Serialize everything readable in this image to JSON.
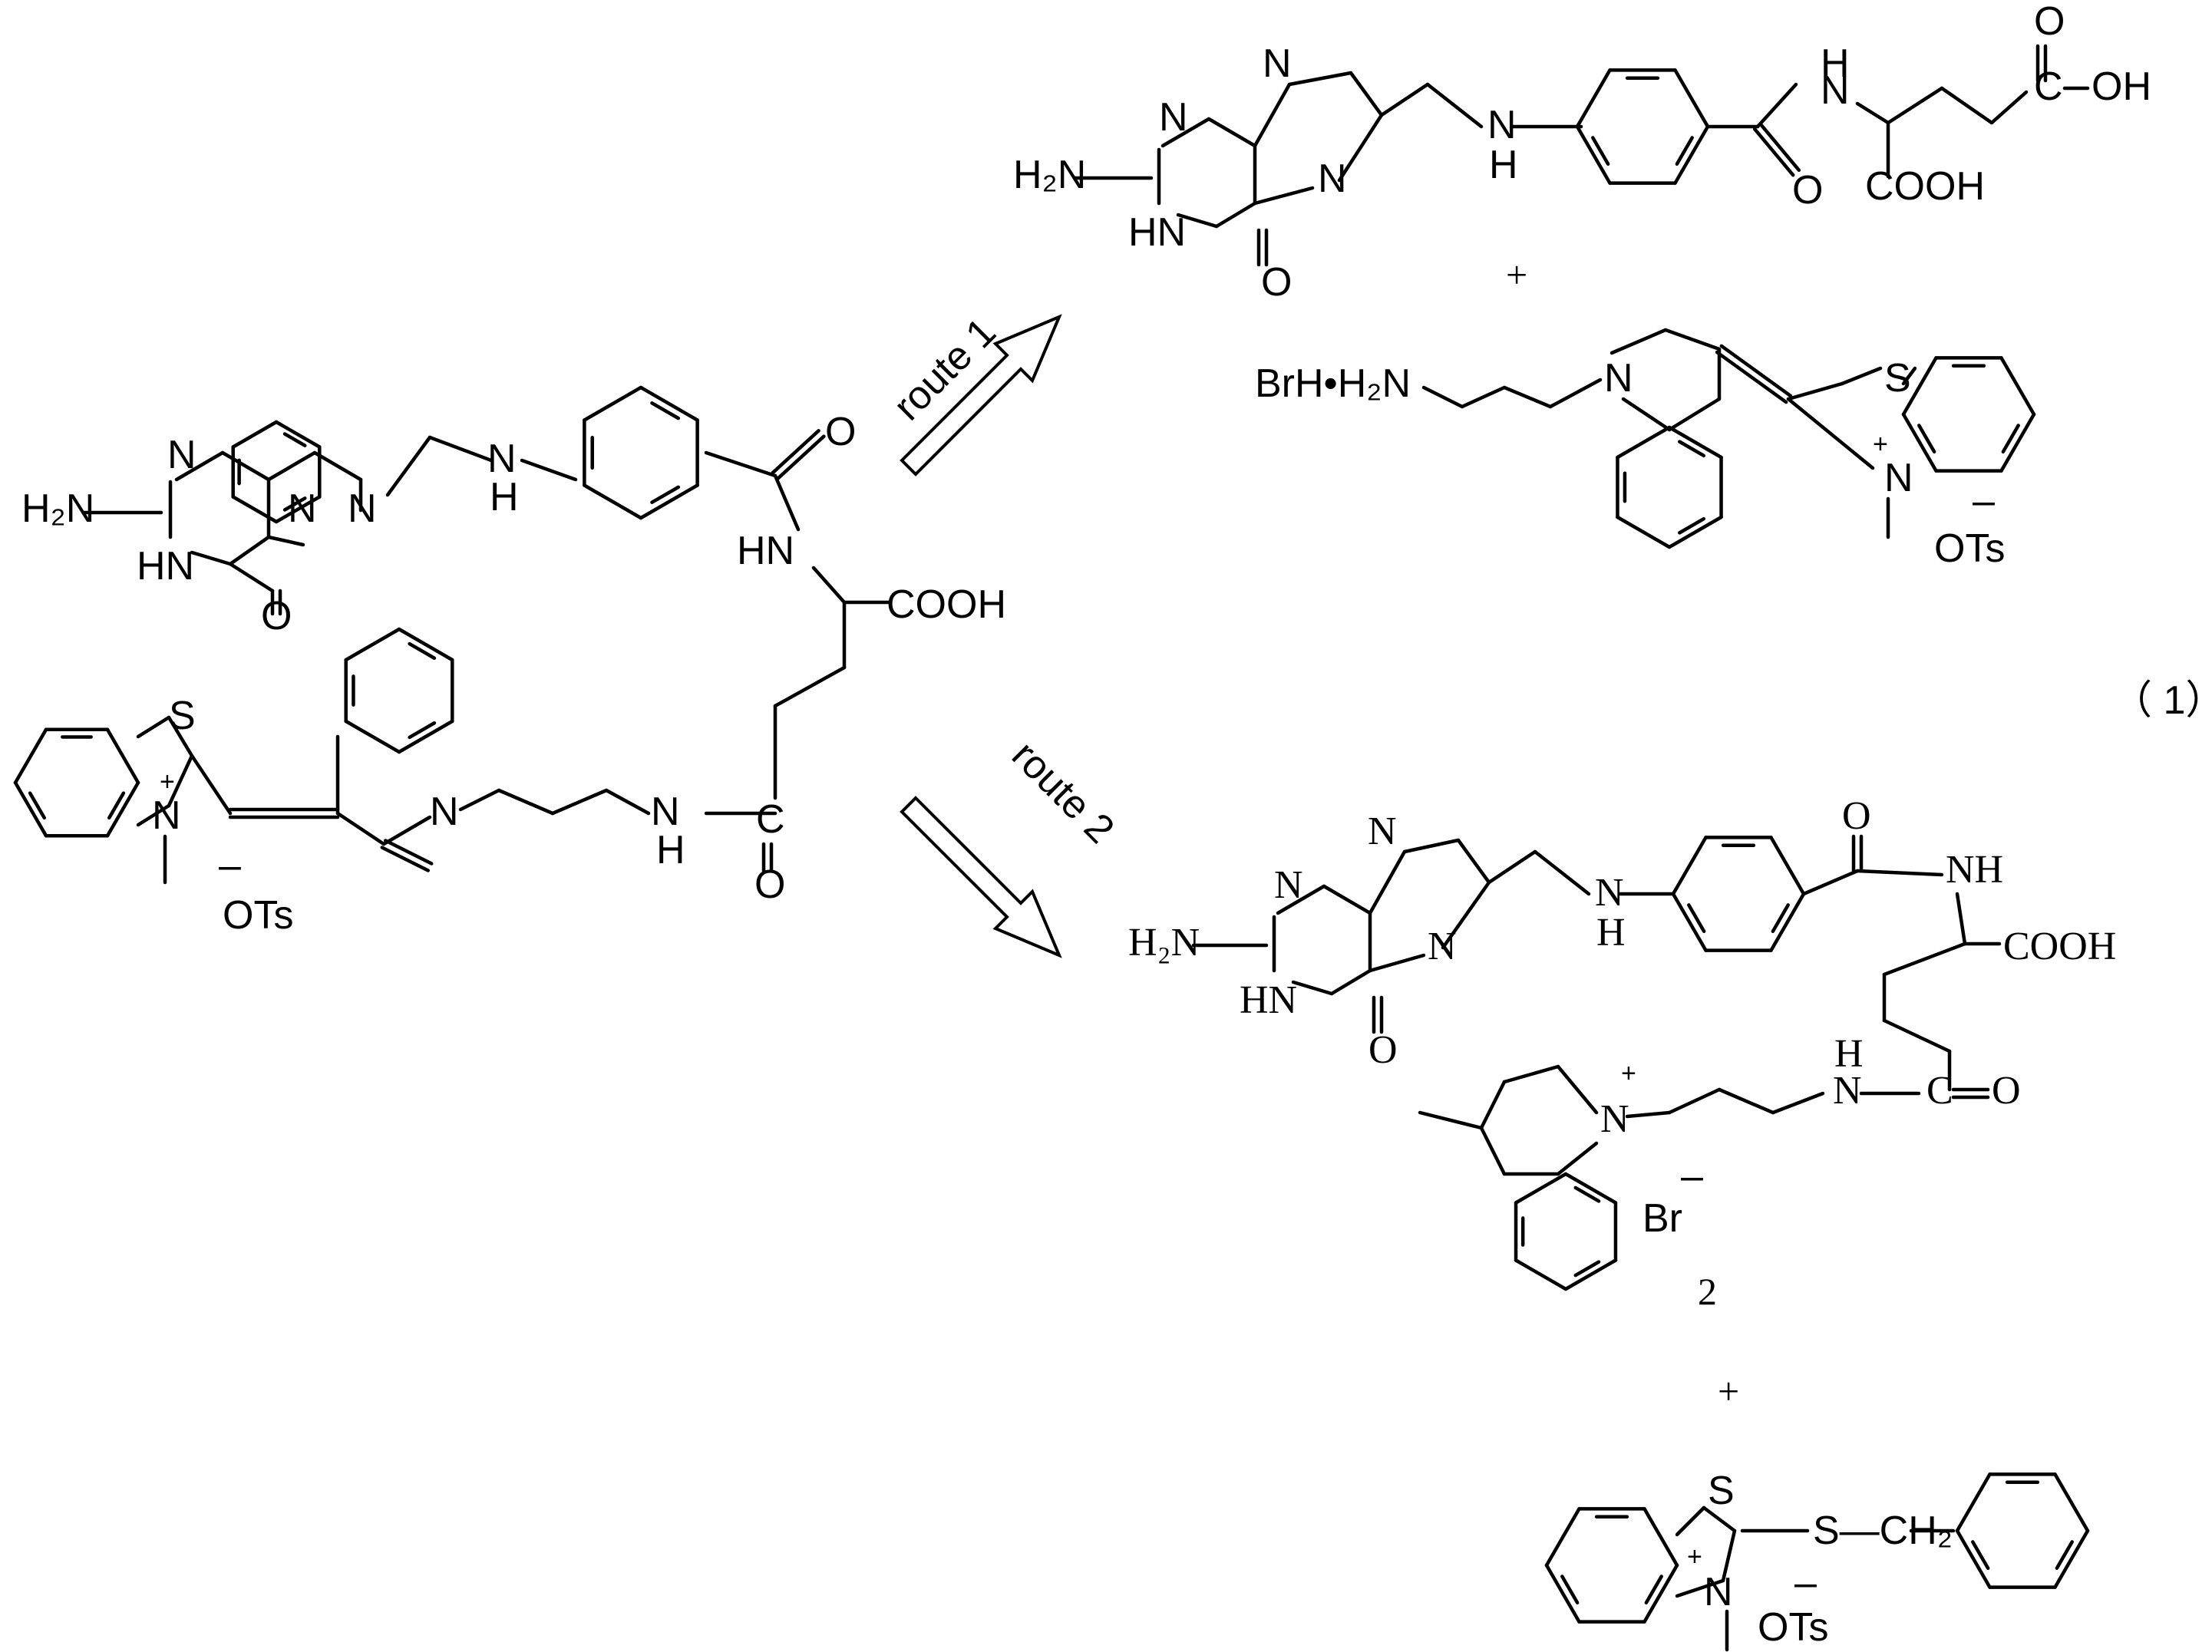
{
  "scheme": {
    "equation_number": "（ 1）",
    "plus_sign": "+",
    "compound_number": "2",
    "routes": [
      "route 1",
      "route 2"
    ],
    "atoms": {
      "h2n": "H₂N",
      "n": "N",
      "hn": "HN",
      "nh": "NH",
      "h": "H",
      "o": "O",
      "oh": "OH",
      "cooh": "COOH",
      "s": "S",
      "c": "C",
      "plus": "+",
      "minus": "–",
      "ots": "OTs",
      "br": "Br",
      "brh_salt": "BrH•H₂N",
      "ch2": "CH₂",
      "sch2": "S—CH₂"
    }
  }
}
